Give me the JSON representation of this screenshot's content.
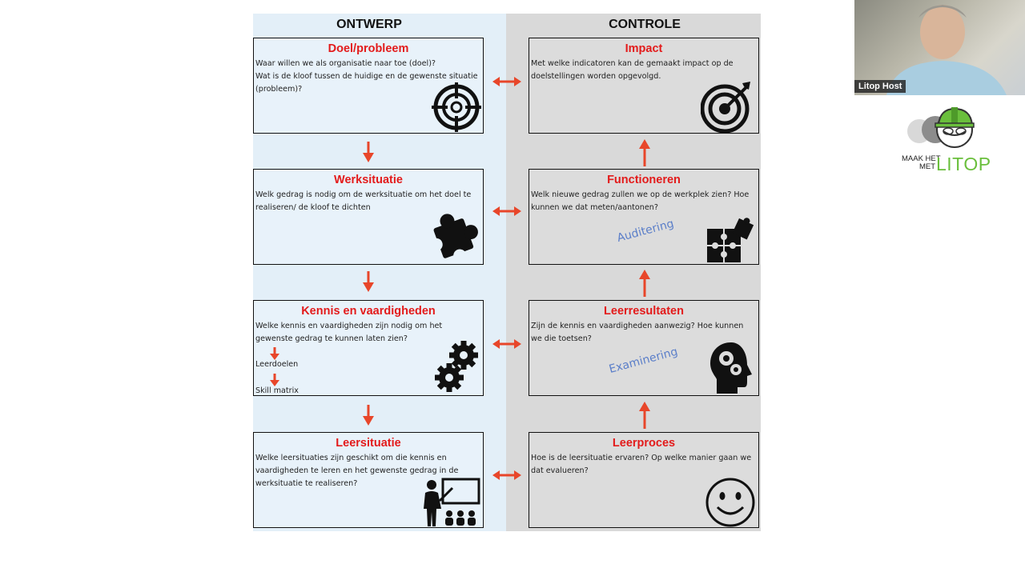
{
  "columns": {
    "left_title": "ONTWERP",
    "right_title": "CONTROLE"
  },
  "left_boxes": [
    {
      "title": "Doel/probleem",
      "text": "Waar willen we als organisatie naar toe (doel)?\nWat is de kloof tussen de huidige en de gewenste situatie (probleem)?",
      "icon": "crosshair-target-icon"
    },
    {
      "title": "Werksituatie",
      "text": "Welk gedrag is nodig om de werksituatie om het doel te realiseren/ de kloof te dichten",
      "icon": "puzzle-piece-icon"
    },
    {
      "title": "Kennis en vaardigheden",
      "text": "Welke kennis en vaardigheden zijn nodig om het gewenste gedrag te kunnen laten zien?",
      "icon": "gears-icon",
      "sub_items": [
        "Leerdoelen",
        "Skill matrix"
      ]
    },
    {
      "title": "Leersituatie",
      "text": "Welke leersituaties zijn geschikt om die kennis en vaardigheden te leren en het gewenste gedrag in de werksituatie te realiseren?",
      "icon": "classroom-teacher-icon"
    }
  ],
  "right_boxes": [
    {
      "title": "Impact",
      "text": "Met welke indicatoren kan de gemaakt impact op de doelstellingen worden opgevolgd.",
      "icon": "dartboard-arrow-icon"
    },
    {
      "title": "Functioneren",
      "text": "Welk nieuwe gedrag zullen we op de werkplek zien? Hoe kunnen we dat meten/aantonen?",
      "icon": "puzzle-assembly-icon",
      "watermark": "Auditering"
    },
    {
      "title": "Leerresultaten",
      "text": "Zijn de kennis en vaardigheden aanwezig? Hoe kunnen we die toetsen?",
      "icon": "head-gears-icon",
      "watermark": "Examinering"
    },
    {
      "title": "Leerproces",
      "text": "Hoe is de leersituatie ervaren? Op welke manier gaan we dat evalueren?",
      "icon": "smiley-face-icon"
    }
  ],
  "video": {
    "host_label": "Litop Host"
  },
  "logo": {
    "line1": "MAAK HET",
    "line2": "MET",
    "brand": "LITOP"
  },
  "colors": {
    "accent_red": "#e31b1b",
    "arrow": "#e8462a",
    "brand_green": "#6abf3c",
    "watermark_blue": "#5a7ec9"
  }
}
